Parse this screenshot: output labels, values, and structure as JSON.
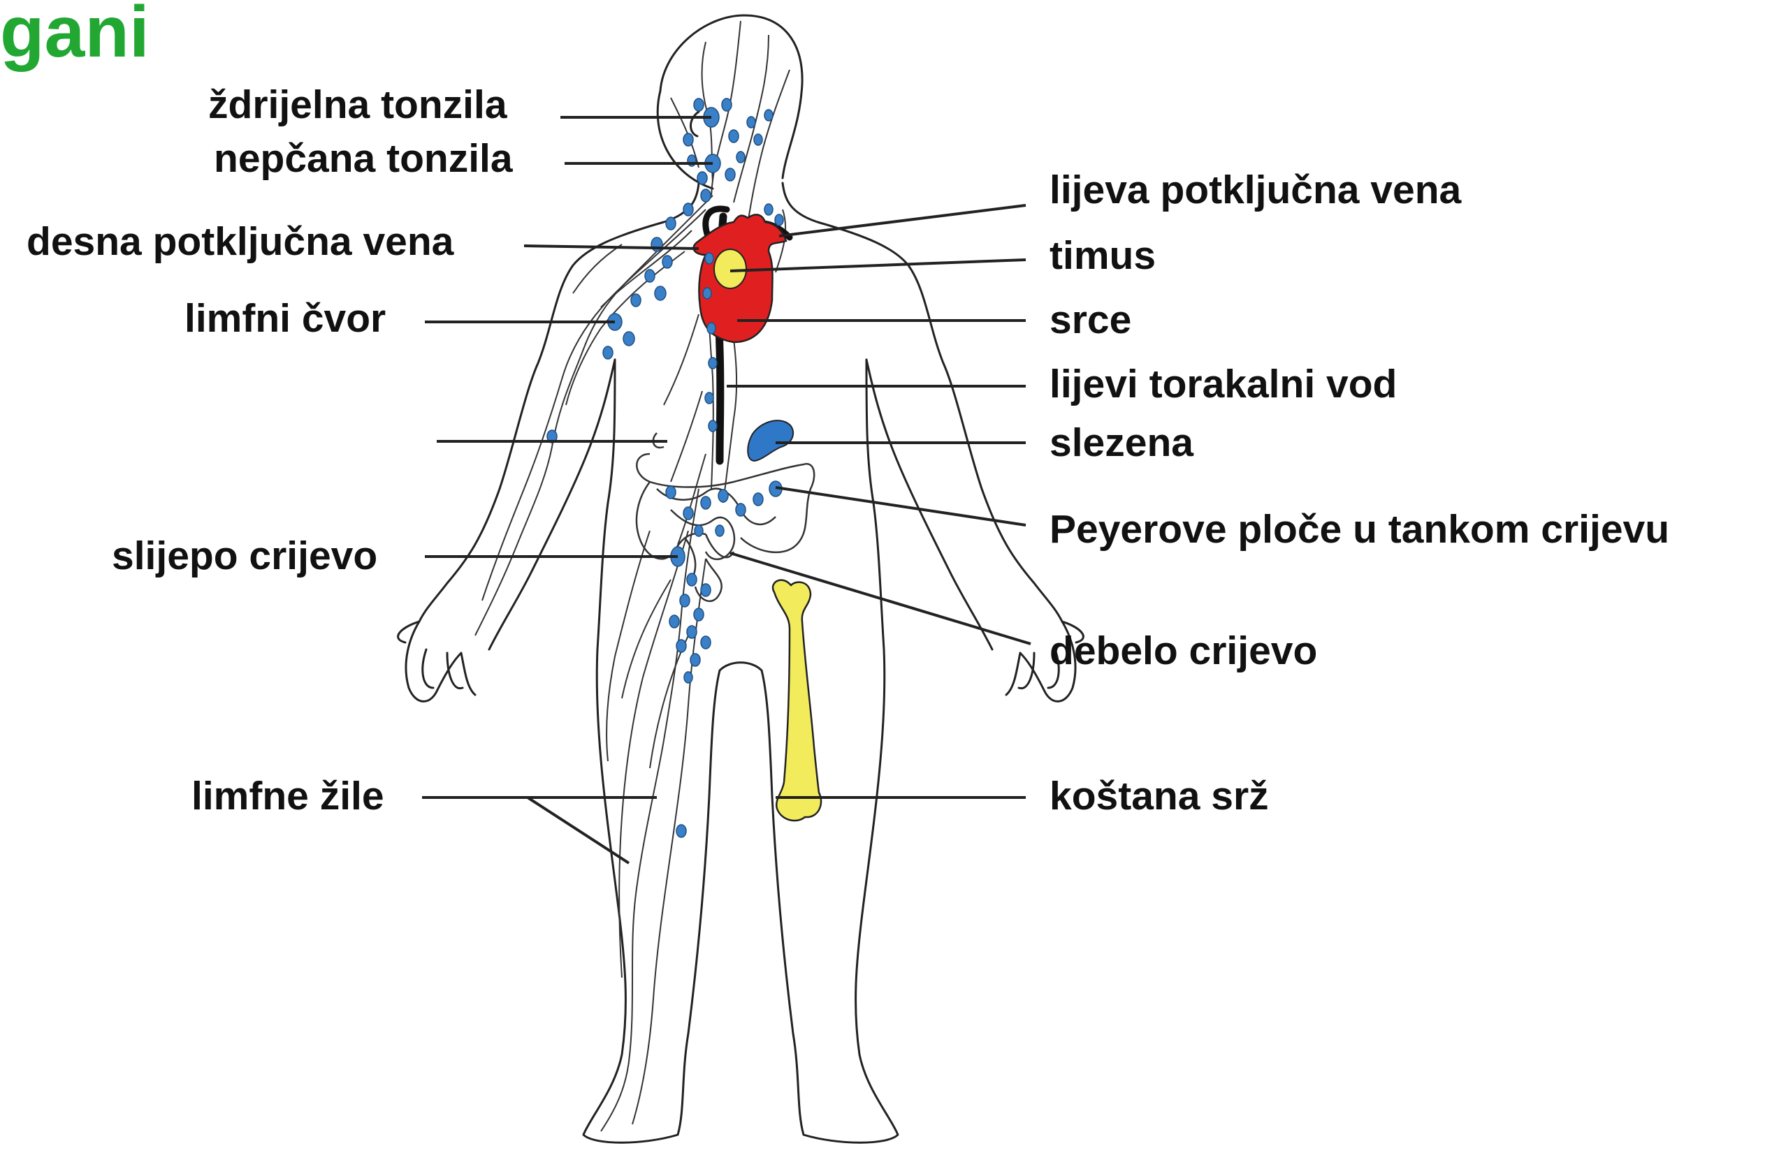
{
  "heading": {
    "text": "gani",
    "color": "#22a832"
  },
  "labels": {
    "zdrijelna_tonzila": "ždrijelna tonzila",
    "nepcana_tonzila": "nepčana tonzila",
    "desna_potkljucna_vena": "desna potključna vena",
    "limfni_cvor": "limfni čvor",
    "slijepo_crijevo": "slijepo crijevo",
    "limfne_zile": "limfne žile",
    "lijeva_potkljucna_vena": "lijeva potključna vena",
    "timus": "timus",
    "srce": "srce",
    "lijevi_torakalni_vod": "lijevi torakalni vod",
    "slezena": "slezena",
    "peyerove_ploce": "Peyerove ploče u tankom crijevu",
    "debelo_crijevo": "debelo crijevo",
    "kostana_srz": "koštana srž"
  },
  "colors": {
    "heart": "#e02020",
    "thymus": "#f2ec5c",
    "bone_marrow": "#f2ec5c",
    "lymph_node": "#3a80c8",
    "spleen": "#2f78c8",
    "outline": "#222222"
  }
}
